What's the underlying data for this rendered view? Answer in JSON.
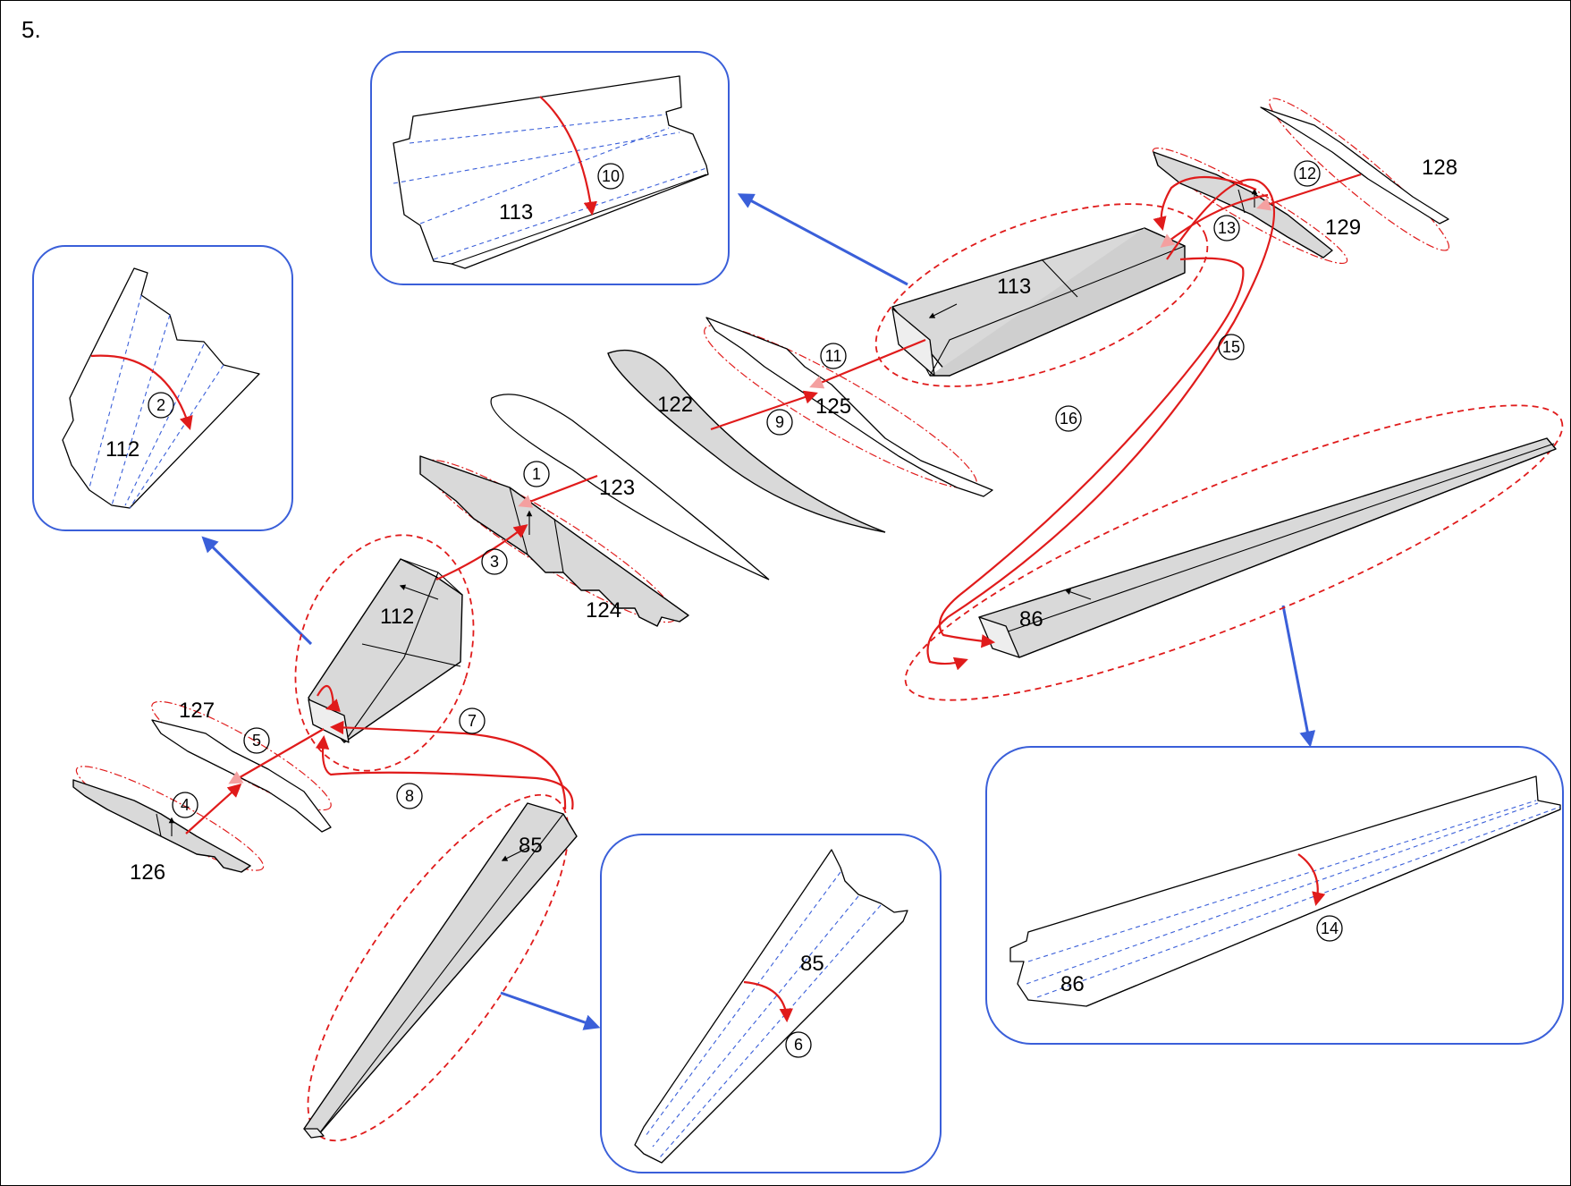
{
  "step": "5.",
  "parts": {
    "p112": "112",
    "p113": "113",
    "p122": "122",
    "p123": "123",
    "p124": "124",
    "p125": "125",
    "p126": "126",
    "p127": "127",
    "p128": "128",
    "p129": "129",
    "p85": "85",
    "p86": "86"
  },
  "steps": {
    "s1": "1",
    "s2": "2",
    "s3": "3",
    "s4": "4",
    "s5": "5",
    "s6": "6",
    "s7": "7",
    "s8": "8",
    "s9": "9",
    "s10": "10",
    "s11": "11",
    "s12": "12",
    "s13": "13",
    "s14": "14",
    "s15": "15",
    "s16": "16"
  },
  "colors": {
    "assembly_arrow": "#e01b1b",
    "detail_callout": "#3a5fd9",
    "part_fill": "#d9d9d9"
  }
}
